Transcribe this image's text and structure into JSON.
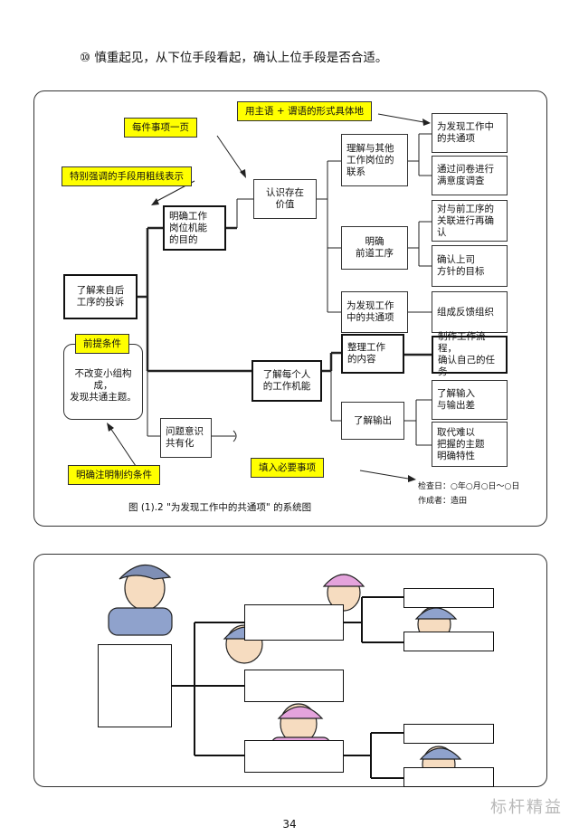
{
  "heading": "⑩ 慎重起见，从下位手段看起，确认上位手段是否合适。",
  "diagram": {
    "callouts": {
      "subject_predicate": "用主语 + 谓语的形式具体地",
      "one_page": "每件事项一页",
      "bold_lines": "特别强调的手段用粗线表示",
      "precondition": "前提条件",
      "constraints": "明确注明制约条件",
      "required": "填入必要事项"
    },
    "nodes": {
      "root": "了解来自后\n工序的投诉",
      "precondition_text": "不改变小组构成，\n发现共通主题。",
      "clarify_purpose": "明确工作\n岗位机能\n的目的",
      "understand_individual": "了解每个人\n的工作机能",
      "problem_awareness": "问题意识\n共有化",
      "recognize_value": "认识存在\n价值",
      "understand_relation": "理解与其他\n工作岗位的\n联系",
      "clarify_prev_process": "明确\n前道工序",
      "find_common": "为发现工作\n中的共通项",
      "organize_work": "整理工作\n的内容",
      "understand_output": "了解输出",
      "leaf_common": "为发现工作中\n的共通项",
      "leaf_survey": "通过问卷进行\n满意度调查",
      "leaf_confirm_prev": "对与前工序的\n关联进行再确认",
      "leaf_boss": "确认上司\n方针的目标",
      "leaf_feedback": "组成反馈组织",
      "leaf_flow": "制作工作流程，\n确认自己的任务",
      "leaf_io": "了解输入\n与输出差",
      "leaf_theme": "取代难以\n把握的主题\n明确特性"
    },
    "check_date": "检查日：○年○月○日～○日",
    "author": "作成者：造田",
    "caption": "图 (1).2 \"为发现工作中的共通项\" 的系统图"
  },
  "page_number": "34",
  "watermark": "标杆精益"
}
